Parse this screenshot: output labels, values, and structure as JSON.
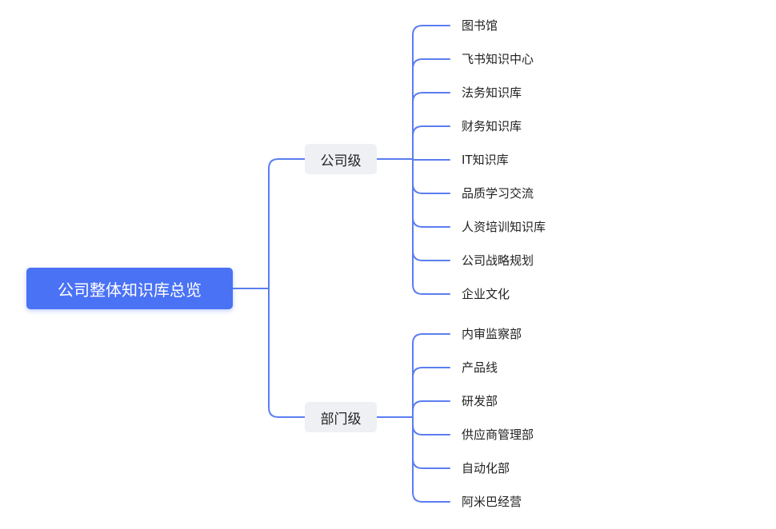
{
  "mindmap": {
    "root": {
      "label": "公司整体知识库总览"
    },
    "line_color": "#5b7df0",
    "root_color": "#4a72f5",
    "branches": [
      {
        "label": "公司级",
        "children": [
          "图书馆",
          "飞书知识中心",
          "法务知识库",
          "财务知识库",
          "IT知识库",
          "品质学习交流",
          "人资培训知识库",
          "公司战略规划",
          "企业文化"
        ]
      },
      {
        "label": "部门级",
        "children": [
          "内审监察部",
          "产品线",
          "研发部",
          "供应商管理部",
          "自动化部",
          "阿米巴经营"
        ]
      }
    ]
  }
}
